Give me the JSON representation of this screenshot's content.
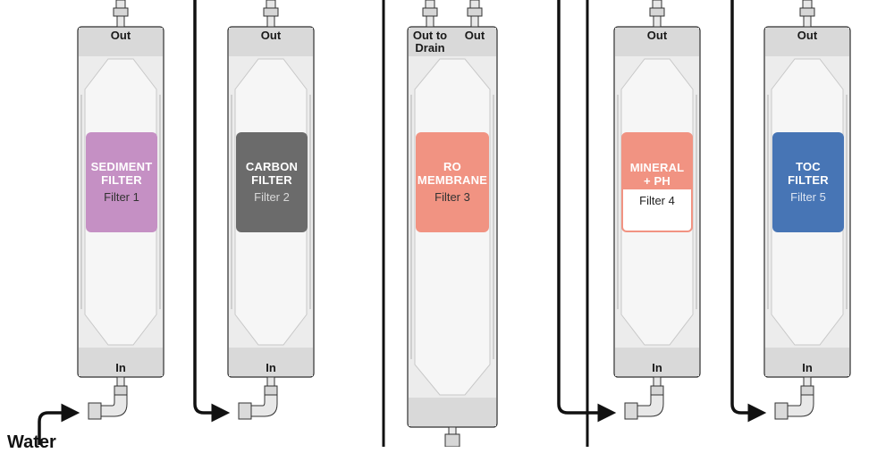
{
  "feed_label": "Water",
  "filters": [
    {
      "id": "sediment",
      "name_lines": [
        "SEDIMENT",
        "FILTER"
      ],
      "number": "Filter 1",
      "color": "#c590c4",
      "number_color": "#333333",
      "number_style": "inline",
      "top_ports": [
        "Out"
      ],
      "bottom_port": "In"
    },
    {
      "id": "carbon",
      "name_lines": [
        "CARBON",
        "FILTER"
      ],
      "number": "Filter 2",
      "color": "#6b6b6b",
      "number_color": "#d8d8d8",
      "number_style": "inline",
      "top_ports": [
        "Out"
      ],
      "bottom_port": "In"
    },
    {
      "id": "ro",
      "name_lines": [
        "RO",
        "MEMBRANE"
      ],
      "number": "Filter 3",
      "color": "#f19382",
      "number_color": "#333333",
      "number_style": "inline",
      "top_ports": [
        "Out to Drain",
        "Out"
      ],
      "bottom_port": ""
    },
    {
      "id": "mineral",
      "name_lines": [
        "MINERAL",
        "+ PH"
      ],
      "number": "Filter 4",
      "color": "#f19382",
      "number_color": "#222222",
      "number_style": "boxed",
      "top_ports": [
        "Out"
      ],
      "bottom_port": "In"
    },
    {
      "id": "toc",
      "name_lines": [
        "TOC",
        "FILTER"
      ],
      "number": "Filter 5",
      "color": "#4775b5",
      "number_color": "#dbe4f2",
      "number_style": "inline",
      "top_ports": [
        "Out"
      ],
      "bottom_port": "In"
    }
  ]
}
